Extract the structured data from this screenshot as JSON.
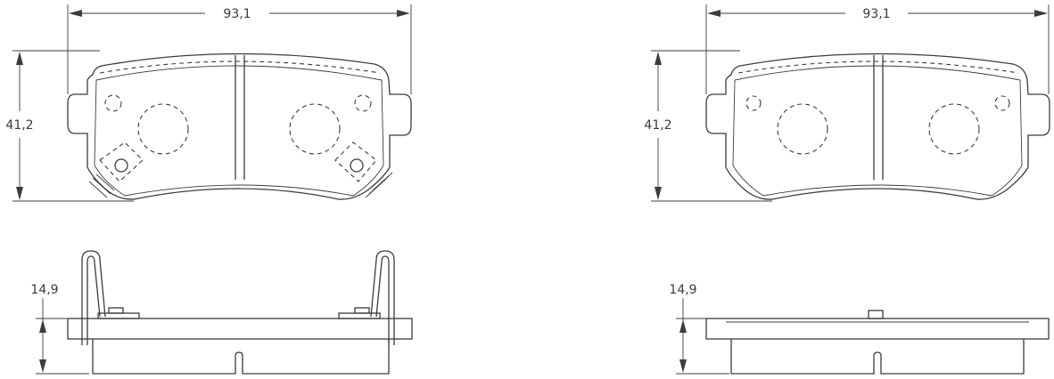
{
  "views": {
    "front_left": {
      "width_label": "93,1",
      "height_label": "41,2"
    },
    "front_right": {
      "width_label": "93,1",
      "height_label": "41,2"
    },
    "side_left": {
      "thickness_label": "14,9"
    },
    "side_right": {
      "thickness_label": "14,9"
    }
  },
  "colors": {
    "line": "#3c3c3c",
    "background": "#ffffff"
  }
}
